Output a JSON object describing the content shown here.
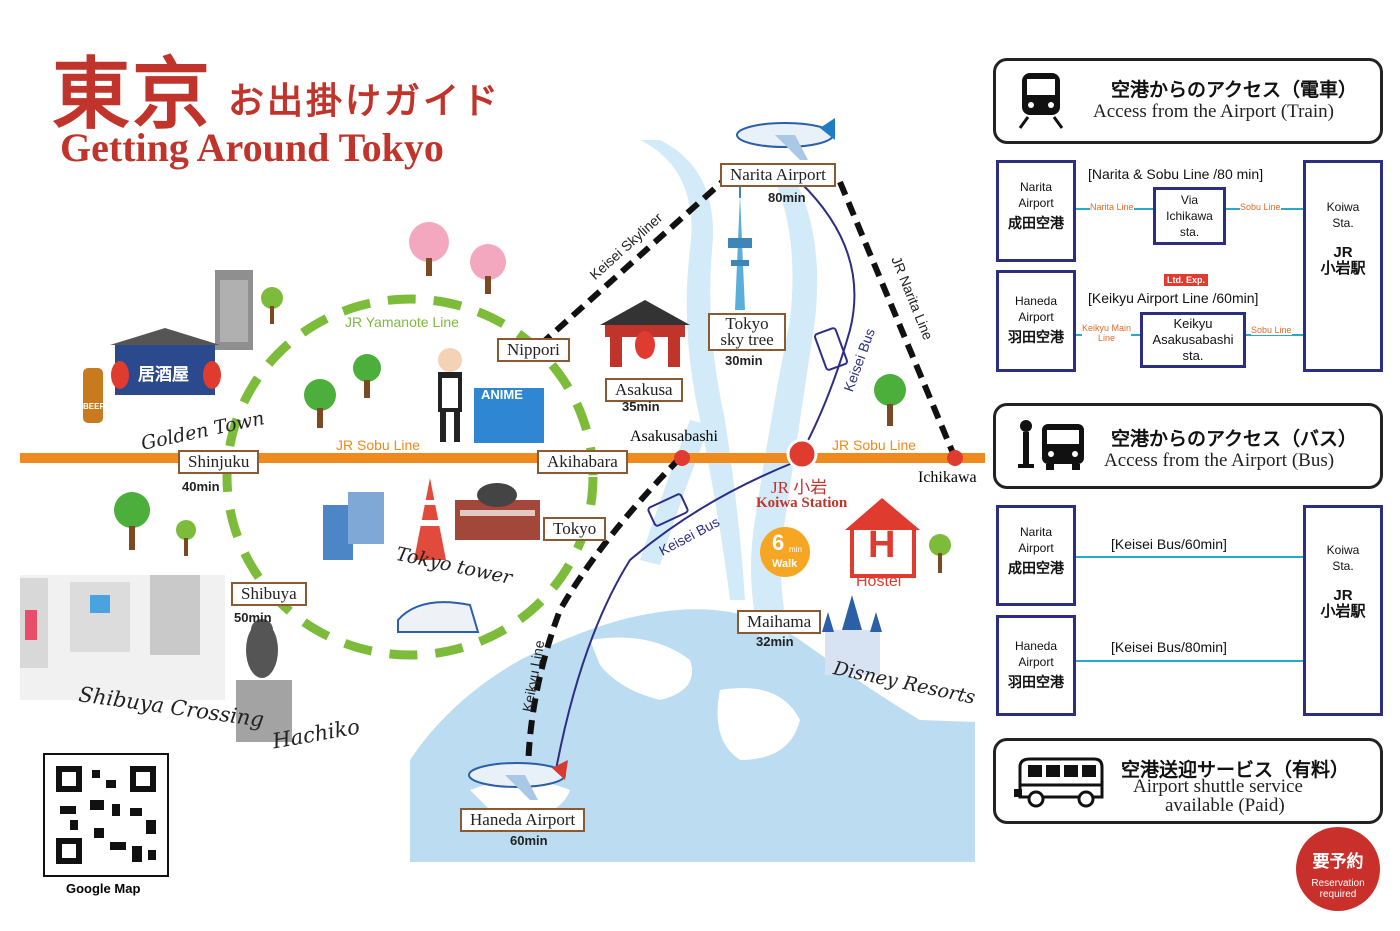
{
  "title": {
    "jp_big": "東京",
    "jp_small": "お出掛けガイド",
    "en": "Getting Around Tokyo"
  },
  "map": {
    "lines": {
      "yamanote": "JR Yamanote Line",
      "sobu_left": "JR Sobu Line",
      "sobu_right": "JR Sobu Line",
      "keisei_skyliner": "Keisei Skyliner",
      "jr_narita": "JR Narita Line",
      "keisei_bus_upper": "Keisei Bus",
      "keisei_bus_lower": "Keisei Bus",
      "keikyu": "Keikyu Line"
    },
    "stations": {
      "narita": {
        "name": "Narita Airport",
        "time": "80min"
      },
      "nippori": {
        "name": "Nippori"
      },
      "skytree": {
        "name": "Tokyo sky tree",
        "time": "30min"
      },
      "asakusa": {
        "name": "Asakusa",
        "time": "35min"
      },
      "shinjuku": {
        "name": "Shinjuku",
        "time": "40min"
      },
      "akihabara": {
        "name": "Akihabara"
      },
      "tokyo": {
        "name": "Tokyo"
      },
      "shibuya": {
        "name": "Shibuya",
        "time": "50min"
      },
      "maihama": {
        "name": "Maihama",
        "time": "32min"
      },
      "haneda": {
        "name": "Haneda Airport",
        "time": "60min"
      },
      "asakusabashi": {
        "name": "Asakusabashi"
      },
      "ichikawa": {
        "name": "Ichikawa"
      },
      "koiwa_jp": "JR 小岩",
      "koiwa_en": "Koiwa Station"
    },
    "landmarks": {
      "golden_town": "Golden Town",
      "tokyo_tower": "Tokyo tower",
      "shibuya_crossing": "Shibuya Crossing",
      "hachiko": "Hachiko",
      "disney": "Disney Resorts",
      "anime": "ANIME",
      "izakaya": "居酒屋",
      "beer": "BEER",
      "hostel_letter": "H",
      "hostel": "Hostel",
      "walk_num": "6",
      "walk_unit": "min",
      "walk_label": "Walk"
    },
    "qr_label": "Google Map"
  },
  "panels": {
    "train": {
      "jp": "空港からのアクセス（電車）",
      "en": "Access from the Airport (Train)"
    },
    "bus": {
      "jp": "空港からのアクセス（バス）",
      "en": "Access from the Airport (Bus)"
    },
    "shuttle": {
      "jp": "空港送迎サービス（有料）",
      "en1": "Airport shuttle service",
      "en2": "available (Paid)"
    }
  },
  "train_routes": {
    "narita_box": {
      "l1": "Narita",
      "l2": "Airport",
      "l3": "成田空港"
    },
    "haneda_box": {
      "l1": "Haneda",
      "l2": "Airport",
      "l3": "羽田空港"
    },
    "koiwa_box": {
      "l1": "Koiwa",
      "l2": "Sta.",
      "l3": "JR",
      "l4": "小岩駅"
    },
    "narita_route": "[Narita & Sobu Line /80 min]",
    "via_box": {
      "l1": "Via",
      "l2": "Ichikawa",
      "l3": "sta."
    },
    "narita_line_tag": "Narita Line",
    "sobu_line_tag_1": "Sobu Line",
    "ltd_exp": "Ltd. Exp.",
    "haneda_route": "[Keikyu Airport Line /60min]",
    "keikyu_main_tag_1": "Keikyu Main",
    "keikyu_main_tag_2": "Line",
    "keikyu_box": {
      "l1": "Keikyu",
      "l2": "Asakusabashi",
      "l3": "sta."
    },
    "sobu_line_tag_2": "Sobu Line"
  },
  "bus_routes": {
    "narita_box": {
      "l1": "Narita",
      "l2": "Airport",
      "l3": "成田空港"
    },
    "haneda_box": {
      "l1": "Haneda",
      "l2": "Airport",
      "l3": "羽田空港"
    },
    "koiwa_box": {
      "l1": "Koiwa",
      "l2": "Sta.",
      "l3": "JR",
      "l4": "小岩駅"
    },
    "narita_route": "[Keisei Bus/60min]",
    "haneda_route": "[Keisei Bus/80min]"
  },
  "reservation": {
    "jp": "要予約",
    "en1": "Reservation",
    "en2": "required"
  },
  "colors": {
    "brand_red": "#c0342b",
    "sobu_orange": "#ef8a1e",
    "yamanote_green": "#7dbb3b",
    "water": "#bcdcf2",
    "river": "#d3eaf8",
    "navy": "#2b2e83",
    "route_blue": "#2aa7c9"
  }
}
